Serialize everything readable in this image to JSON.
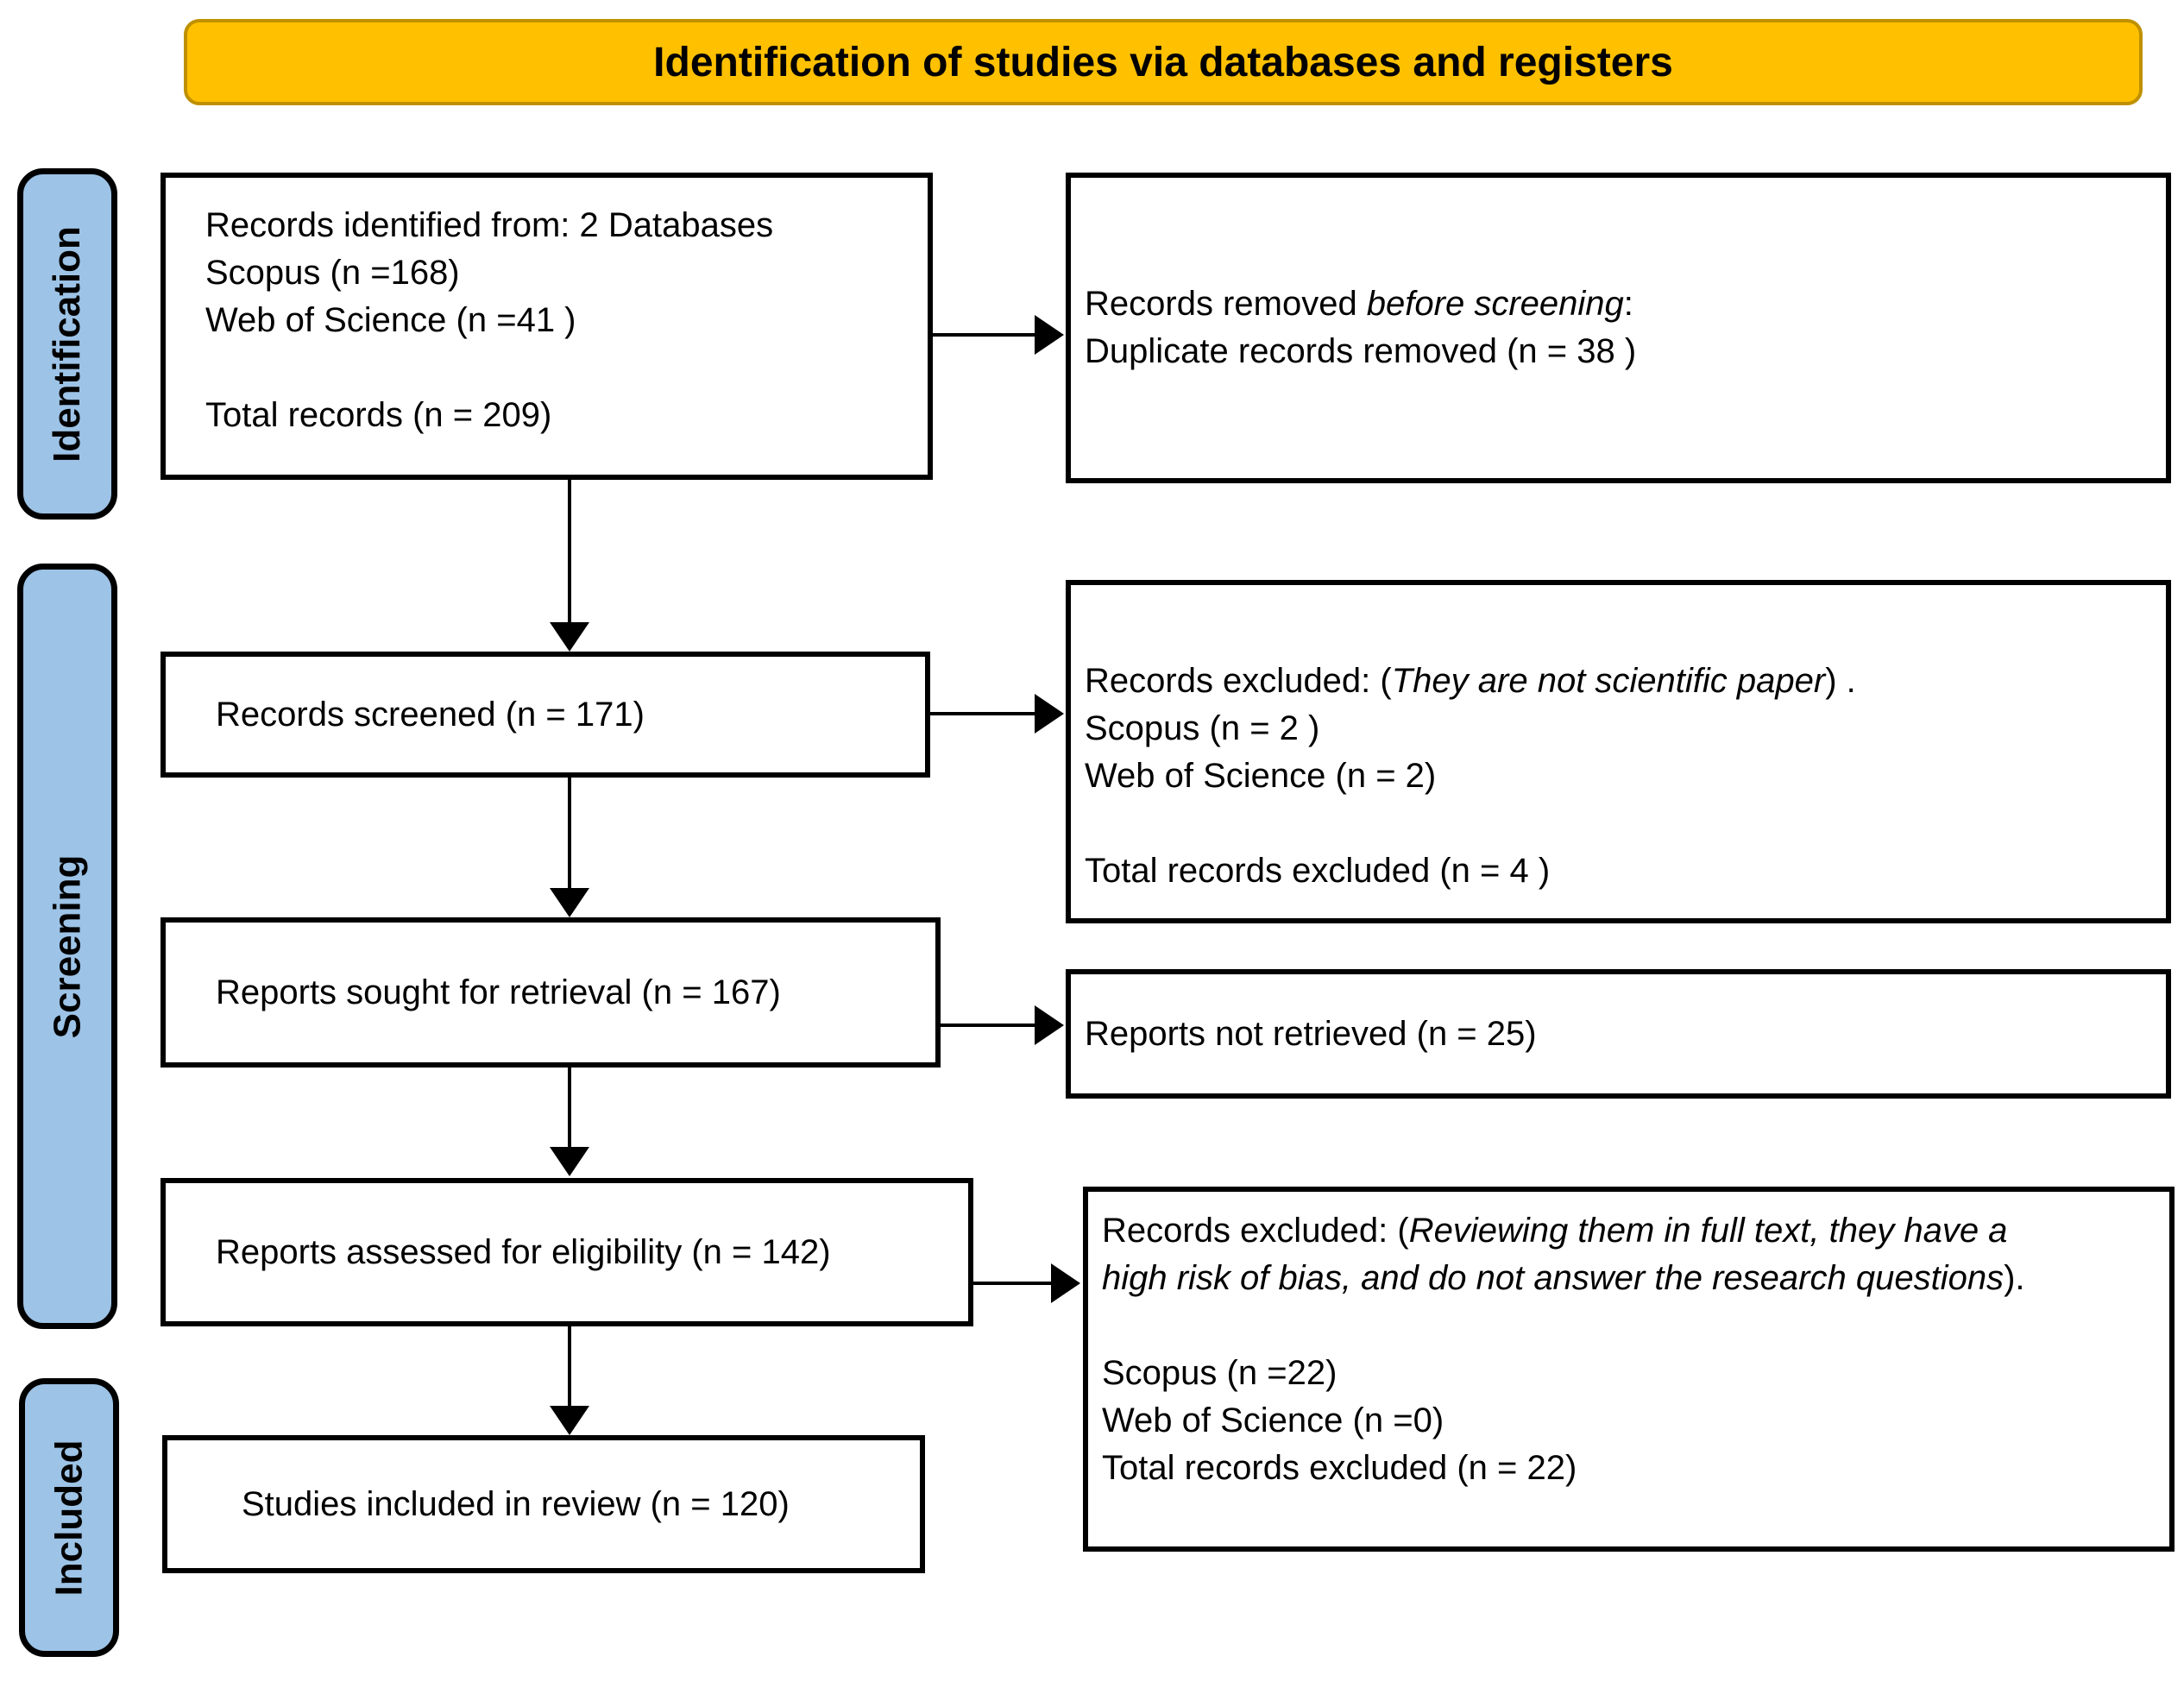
{
  "header": {
    "title": "Identification of studies via databases and registers"
  },
  "stages": [
    {
      "label": "Identification"
    },
    {
      "label": "Screening"
    },
    {
      "label": "Included"
    }
  ],
  "boxes": {
    "identified": {
      "lines": [
        "Records identified from: 2 Databases",
        "Scopus (n =168)",
        "Web of Science (n =41 )",
        "",
        "Total records (n = 209)"
      ]
    },
    "removed_before_screening": {
      "line1_prefix": "Records removed ",
      "line1_italic": "before screening",
      "line1_suffix": ":",
      "line2": "Duplicate records removed (n = 38 )"
    },
    "records_screened": {
      "text": "Records screened (n = 171)"
    },
    "records_excluded_screening": {
      "line1_prefix": "Records excluded: (",
      "line1_italic": "They are not scientific paper",
      "line1_suffix": ") .",
      "lines": [
        "Scopus (n = 2 )",
        "Web of Science (n = 2)",
        "",
        "Total records excluded (n = 4 )"
      ]
    },
    "reports_sought": {
      "text": "Reports sought for retrieval (n = 167)"
    },
    "reports_not_retrieved": {
      "text": "Reports not retrieved (n = 25)"
    },
    "reports_assessed": {
      "text": "Reports assessed for eligibility (n = 142)"
    },
    "records_excluded_fulltext": {
      "line1_prefix": "Records excluded: (",
      "line1_italic": "Reviewing them in full text, they have a high risk of bias, and do not answer the research questions",
      "line1_suffix": ").",
      "lines": [
        "",
        "Scopus (n =22)",
        "Web of Science (n =0)",
        "Total records excluded (n = 22)"
      ]
    },
    "studies_included": {
      "text": "Studies included in review (n = 120)"
    }
  },
  "colors": {
    "header_fill": "#FFC000",
    "header_border": "#BF9000",
    "stage_fill": "#9DC3E6",
    "box_fill": "#FFFFFF",
    "line_color": "#000000"
  }
}
